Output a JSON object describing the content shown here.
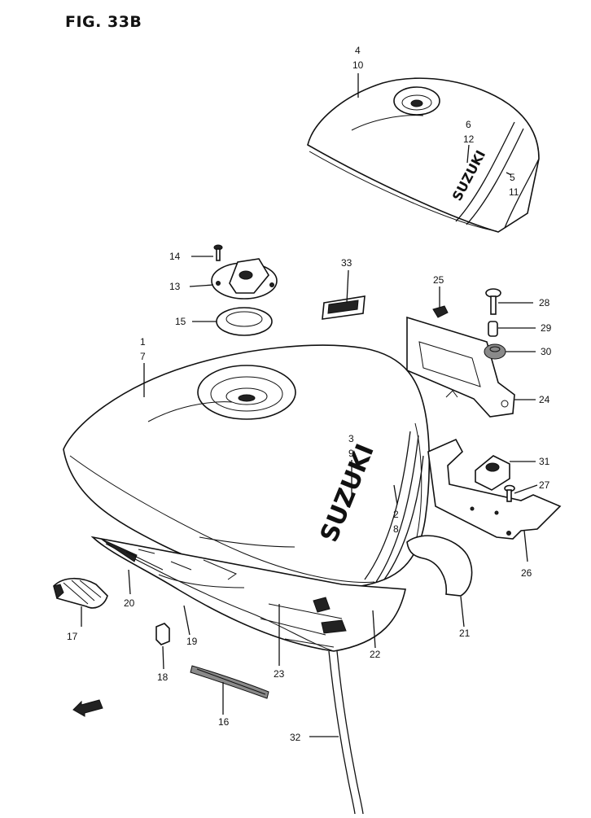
{
  "figure": {
    "title": "FIG. 33B"
  },
  "logos": {
    "main": "SUZUKI",
    "small": "SUZUKI"
  },
  "parts": [
    {
      "id": "4"
    },
    {
      "id": "10"
    },
    {
      "id": "6"
    },
    {
      "id": "12"
    },
    {
      "id": "5"
    },
    {
      "id": "11"
    },
    {
      "id": "14"
    },
    {
      "id": "13"
    },
    {
      "id": "15"
    },
    {
      "id": "33"
    },
    {
      "id": "25"
    },
    {
      "id": "28"
    },
    {
      "id": "29"
    },
    {
      "id": "30"
    },
    {
      "id": "24"
    },
    {
      "id": "1"
    },
    {
      "id": "7"
    },
    {
      "id": "3"
    },
    {
      "id": "9"
    },
    {
      "id": "2"
    },
    {
      "id": "8"
    },
    {
      "id": "31"
    },
    {
      "id": "27"
    },
    {
      "id": "26"
    },
    {
      "id": "20"
    },
    {
      "id": "17"
    },
    {
      "id": "19"
    },
    {
      "id": "23"
    },
    {
      "id": "22"
    },
    {
      "id": "21"
    },
    {
      "id": "18"
    },
    {
      "id": "16"
    },
    {
      "id": "32"
    }
  ]
}
